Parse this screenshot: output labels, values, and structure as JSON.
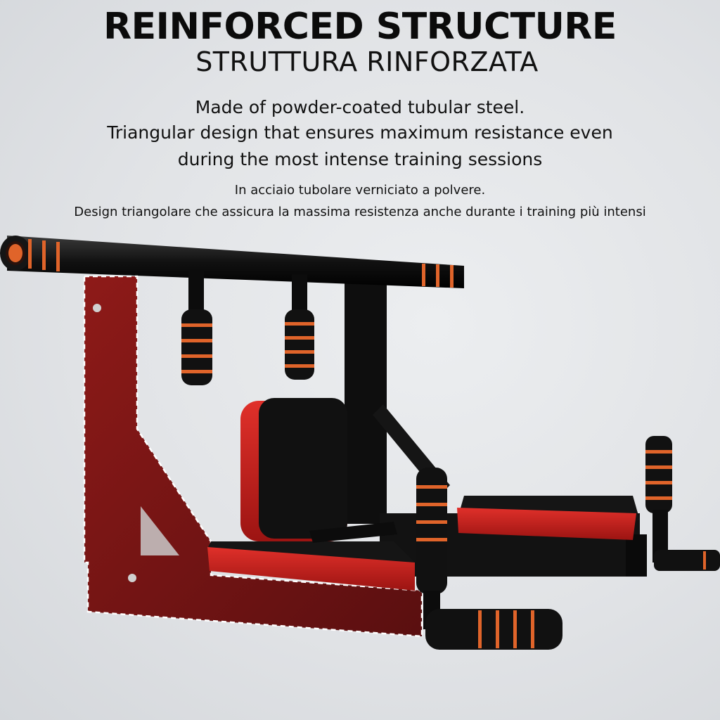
{
  "heading": {
    "title": "REINFORCED STRUCTURE",
    "subtitle": "STRUTTURA RINFORZATA"
  },
  "description_en": {
    "line1": "Made of powder-coated tubular steel.",
    "line2": "Triangular design that ensures maximum resistance even",
    "line3": "during the most intense training sessions"
  },
  "description_it": {
    "line1": "In acciaio tubolare verniciato a polvere.",
    "line2": "Design triangolare che assicura la massima resistenza anche durante i training più intensi"
  },
  "colors": {
    "frame": "#111111",
    "highlight": "#7a1414",
    "pad_red": "#c81f1a",
    "grip_accent": "#e0642a"
  }
}
